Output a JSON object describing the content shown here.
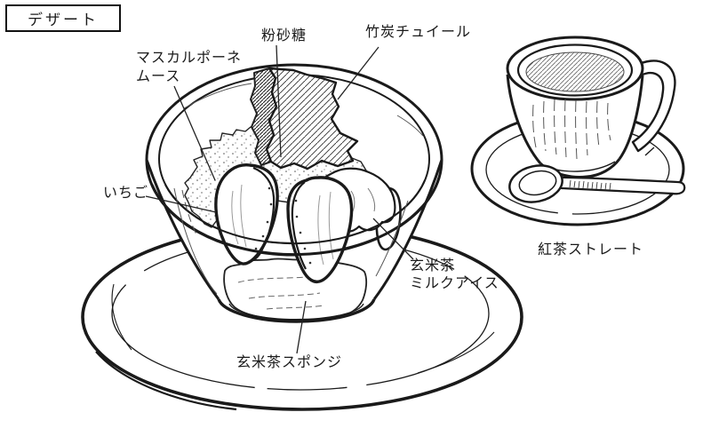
{
  "colors": {
    "ink": "#1a1a1a",
    "paper": "#ffffff"
  },
  "title_box": {
    "label": "デザート"
  },
  "labels": {
    "powdered_sugar": "粉砂糖",
    "bamboo_charcoal_tuile": "竹炭チュイール",
    "mascarpone_mousse": [
      "マスカルポーネ",
      "ムース"
    ],
    "strawberry": "いちご",
    "genmaicha_milk_ice": [
      "玄米茶",
      "ミルクアイス"
    ],
    "genmaicha_sponge": "玄米茶スポンジ",
    "black_tea_straight": "紅茶ストレート"
  },
  "illustrations": {
    "dessert": "dessert-parfait-in-glass-bowl-on-plate",
    "drink": "teacup-on-saucer-with-spoon"
  }
}
